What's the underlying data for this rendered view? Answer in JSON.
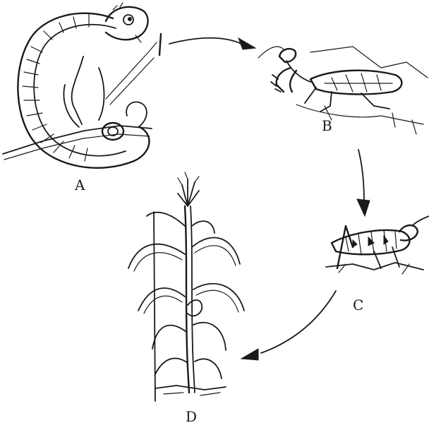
{
  "labels": {
    "a": "A",
    "b": "B",
    "c": "C",
    "d": "D"
  },
  "organisms": [
    {
      "id": "A",
      "icon": "chameleon-icon"
    },
    {
      "id": "B",
      "icon": "mantis-icon"
    },
    {
      "id": "C",
      "icon": "grasshopper-icon"
    },
    {
      "id": "D",
      "icon": "maize-plant-icon"
    }
  ],
  "arrows": [
    {
      "from": "A",
      "to": "B"
    },
    {
      "from": "B",
      "to": "C"
    },
    {
      "from": "C",
      "to": "D"
    }
  ],
  "colors": {
    "ink": "#1a1a1a",
    "background": "#ffffff"
  }
}
